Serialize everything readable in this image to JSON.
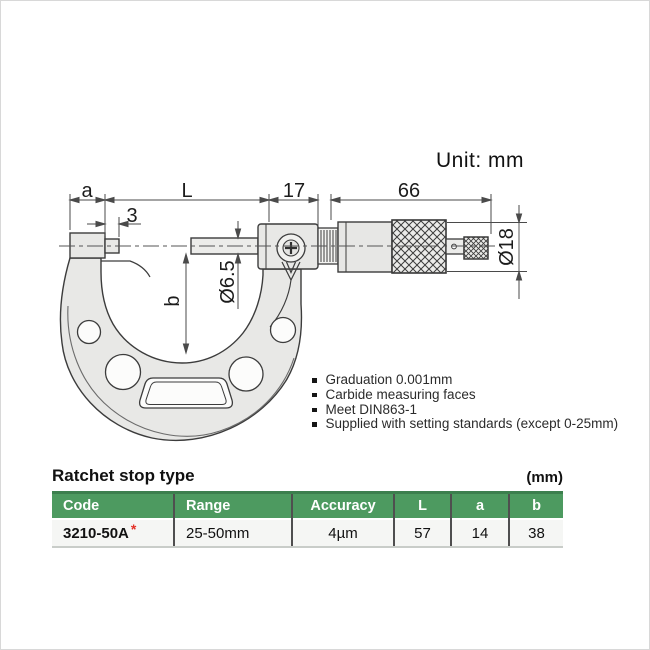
{
  "unit_label": "Unit: mm",
  "drawing": {
    "labels": {
      "a": "a",
      "L": "L",
      "len17": "17",
      "len66": "66",
      "face3": "3",
      "spindle_dia": "Ø6.5",
      "b": "b",
      "thimble_dia": "Ø18"
    }
  },
  "features": [
    "Graduation 0.001mm",
    "Carbide measuring faces",
    "Meet DIN863-1",
    "Supplied with setting standards (except 0-25mm)"
  ],
  "table": {
    "title": "Ratchet stop type",
    "unit_note": "(mm)",
    "headers": [
      "Code",
      "Range",
      "Accuracy",
      "L",
      "a",
      "b"
    ],
    "row": {
      "code": "3210-50A",
      "code_mark": "*",
      "range": "25-50mm",
      "accuracy": "4µm",
      "L": "57",
      "a": "14",
      "b": "38"
    }
  },
  "colors": {
    "table_header_green": "#4d9a60",
    "table_header_green_dark": "#3c7f4e",
    "asterisk_red": "#e33026",
    "drawing_body_gray": "#e8e8e6"
  }
}
